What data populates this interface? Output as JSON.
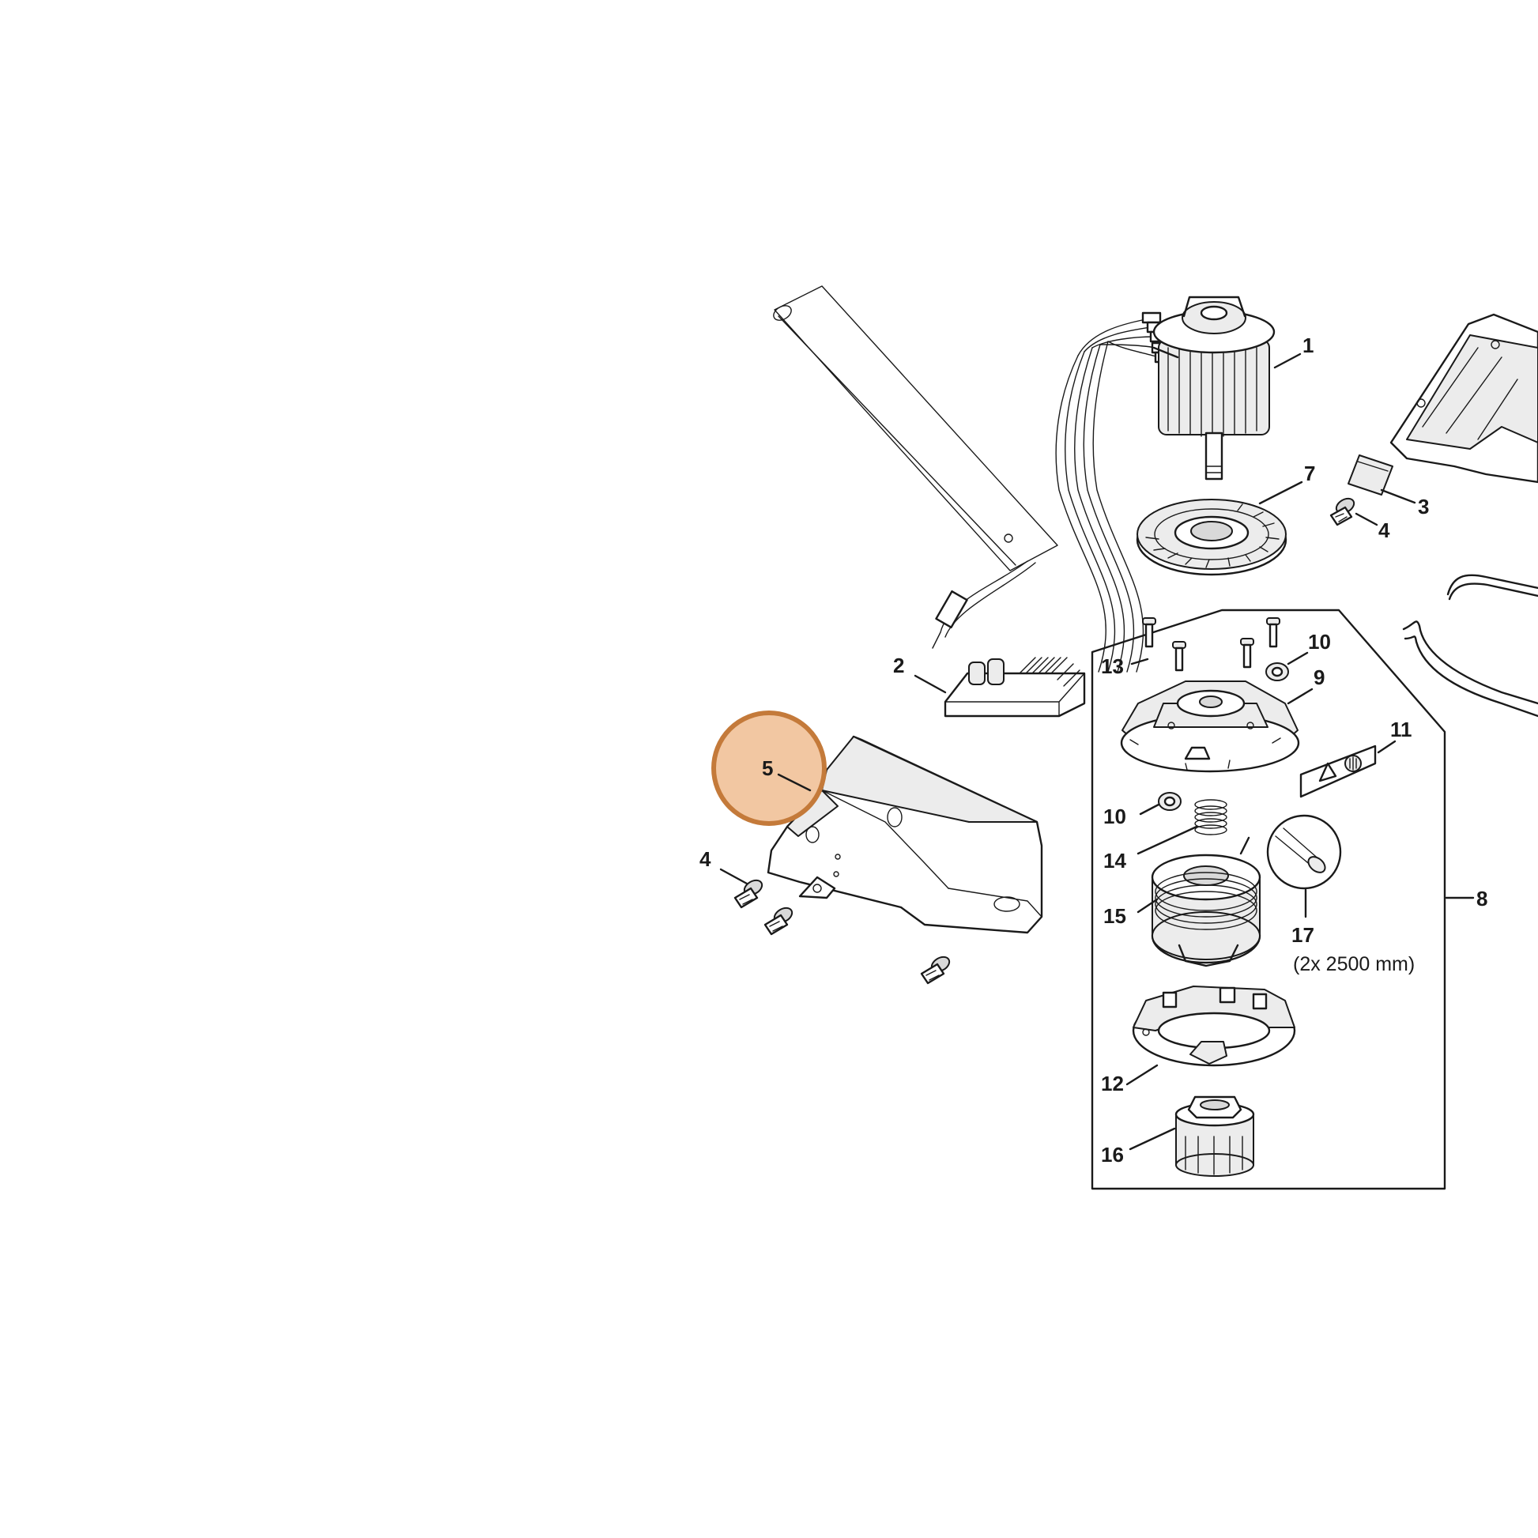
{
  "diagram": {
    "highlight": {
      "label": "5",
      "fill_color": "#f2c7a2",
      "stroke_color": "#c47a3a"
    },
    "callouts": {
      "c1": "1",
      "c2": "2",
      "c3": "3",
      "c4a": "4",
      "c4b": "4",
      "c5": "5",
      "c7": "7",
      "c8": "8",
      "c9": "9",
      "c10a": "10",
      "c10b": "10",
      "c11": "11",
      "c12": "12",
      "c13": "13",
      "c14": "14",
      "c15": "15",
      "c16": "16",
      "c17": "17"
    },
    "line_spec": "(2x 2500 mm)"
  }
}
